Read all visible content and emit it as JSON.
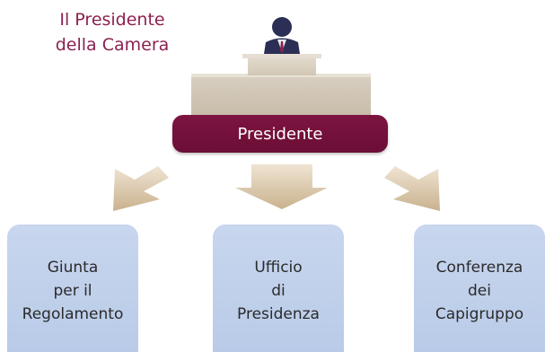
{
  "title": "Il Presidente\ndella Camera",
  "president_label": "Presidente",
  "boxes": [
    {
      "label": "Giunta\nper il\nRegolamento"
    },
    {
      "label": "Ufficio\ndi\nPresidenza"
    },
    {
      "label": "Conferenza\ndei\nCapigruppo"
    }
  ],
  "colors": {
    "accent": "#8c2150",
    "president_bar": "#7d1440",
    "box": "#c3d3ec",
    "arrow": "#d8c4a3",
    "desk": "#cfc4b2"
  },
  "icons": {
    "presiding_figure": "person-at-desk-icon",
    "arrows": [
      "arrow-down-left-icon",
      "arrow-down-icon",
      "arrow-down-right-icon"
    ]
  }
}
